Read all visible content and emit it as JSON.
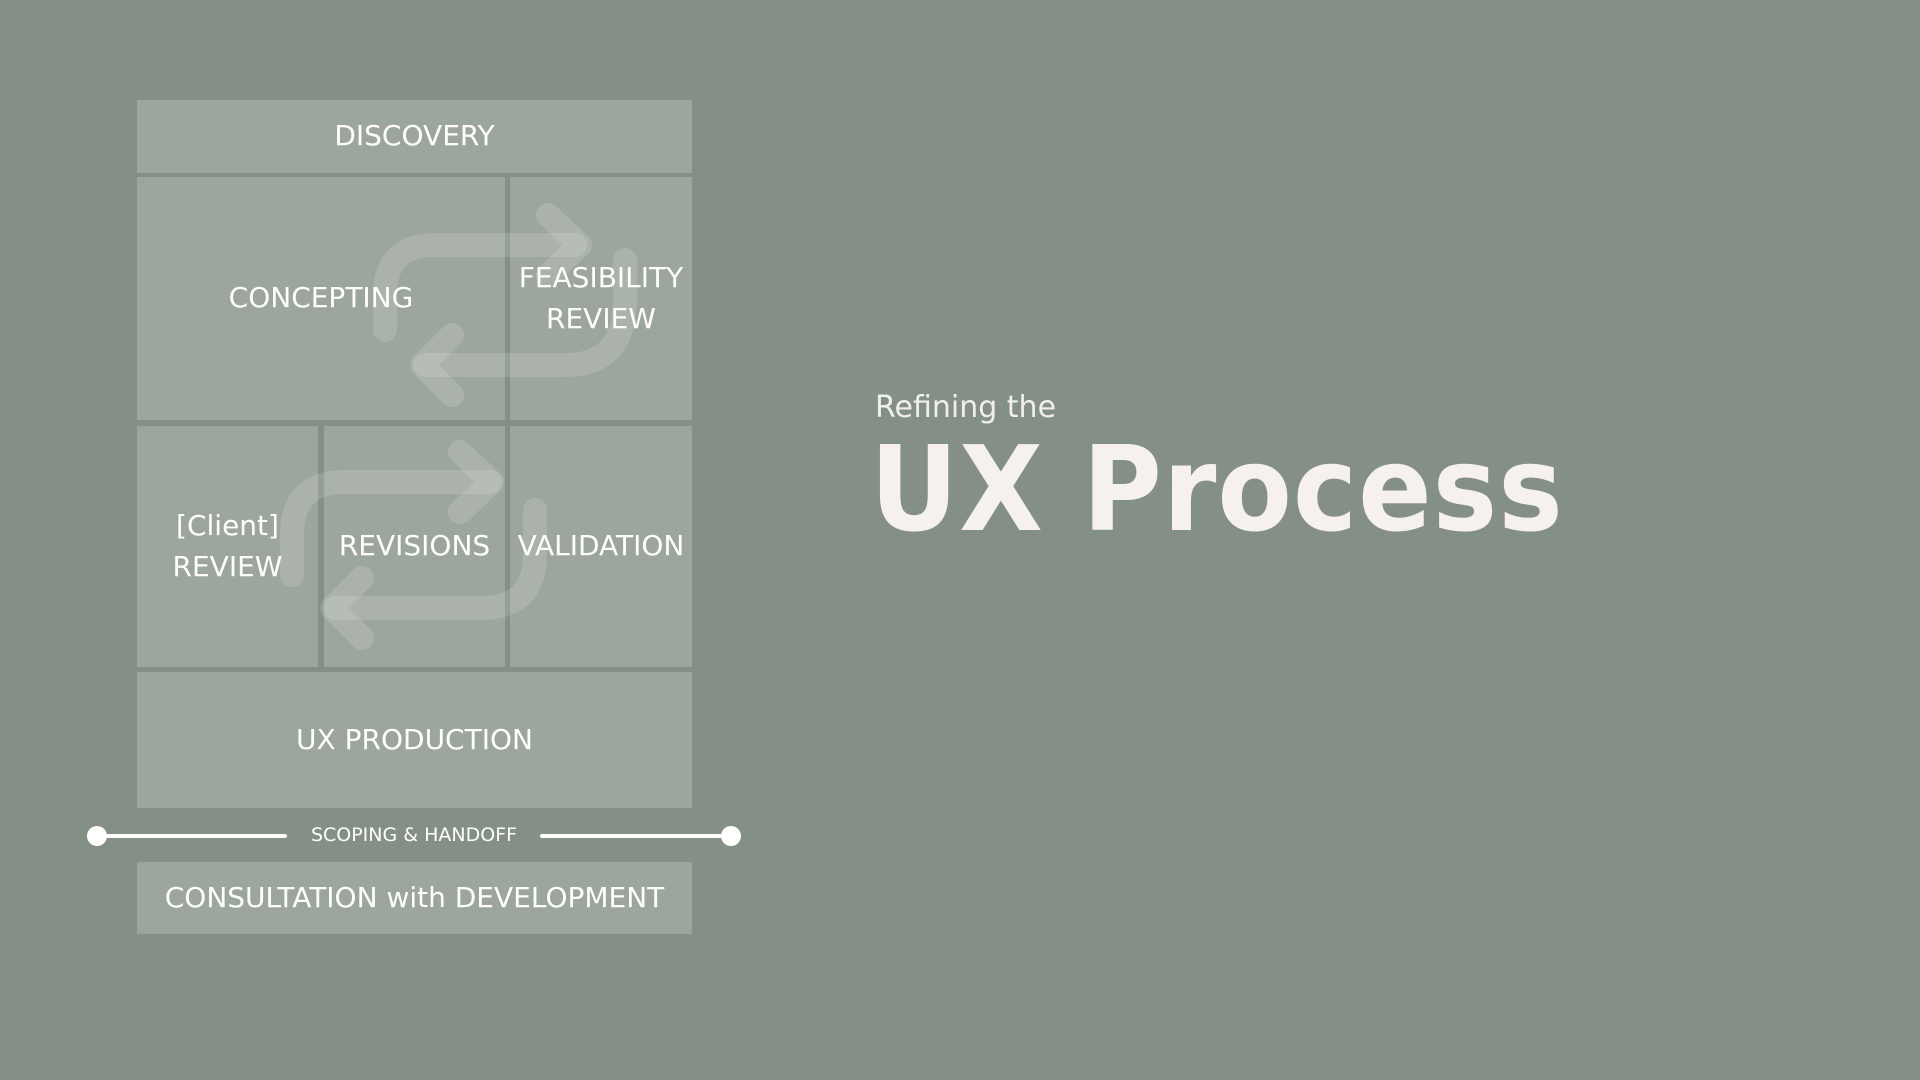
{
  "diagram": {
    "discovery": "DISCOVERY",
    "concepting": "CONCEPTING",
    "feasibility_review": [
      "FEASIBILITY",
      "REVIEW"
    ],
    "client_review": [
      "[Client]",
      "REVIEW"
    ],
    "revisions": "REVISIONS",
    "validation": "VALIDATION",
    "ux_production": "UX PRODUCTION",
    "scoping_handoff": "SCOPING & HANDOFF",
    "consultation": "CONSULTATION with DEVELOPMENT",
    "loop_icons": [
      "refresh-loop-icon",
      "refresh-loop-icon"
    ]
  },
  "heading": {
    "subtitle": "Refining the",
    "title": "UX Process"
  },
  "colors": {
    "background": "#849085",
    "box_fill": "rgba(255,255,255,0.2)",
    "text": "#ffffff",
    "title": "#f6f1ec"
  }
}
